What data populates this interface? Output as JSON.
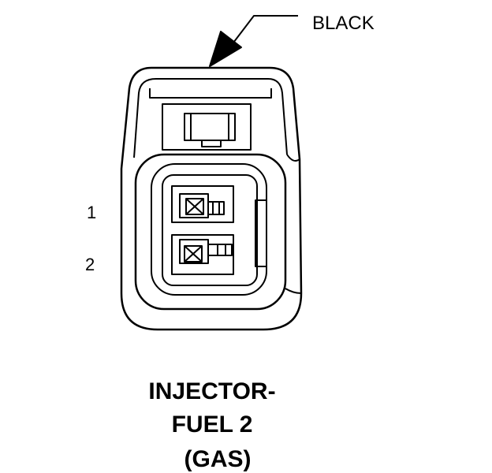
{
  "callout": {
    "color_label": "BLACK"
  },
  "pins": [
    "1",
    "2"
  ],
  "title_lines": [
    "INJECTOR-",
    "FUEL 2",
    "(GAS)"
  ]
}
